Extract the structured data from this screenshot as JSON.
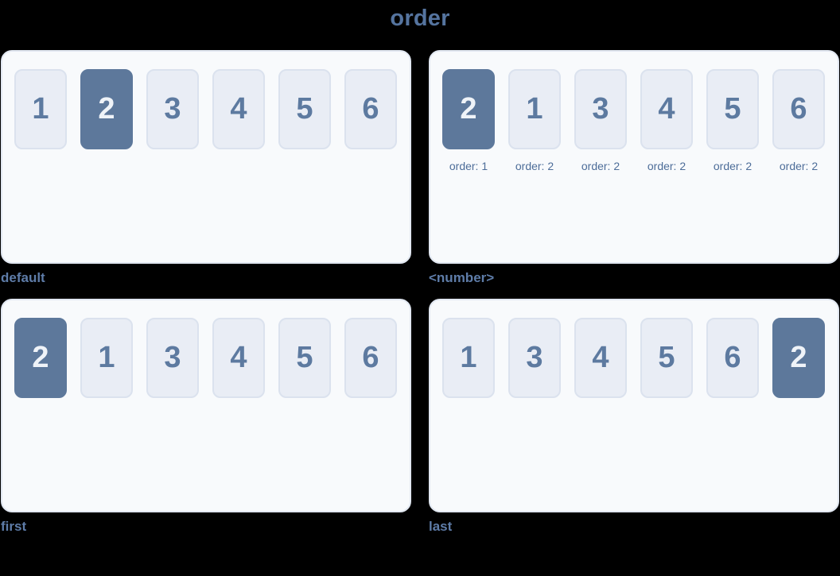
{
  "page": {
    "title": "order"
  },
  "colors": {
    "page_bg": "#000000",
    "title": "#55749f",
    "panel_bg": "#f8fafc",
    "panel_border": "#e1e7f1",
    "box_bg": "#e9edf5",
    "box_border": "#dbe2ee",
    "box_text": "#5d7aa0",
    "box_highlight_bg": "#5d789b",
    "box_highlight_text": "#eff3f8",
    "caption": "#5e7ca8",
    "order_label": "#4d6d99"
  },
  "panels": [
    {
      "caption": "default",
      "items": [
        {
          "n": "1"
        },
        {
          "n": "2",
          "variant": "highlight"
        },
        {
          "n": "3"
        },
        {
          "n": "4"
        },
        {
          "n": "5"
        },
        {
          "n": "6"
        }
      ]
    },
    {
      "caption": "<number>",
      "items": [
        {
          "n": "2",
          "variant": "highlight",
          "label": "order: 1"
        },
        {
          "n": "1",
          "label": "order: 2"
        },
        {
          "n": "3",
          "label": "order: 2"
        },
        {
          "n": "4",
          "label": "order: 2"
        },
        {
          "n": "5",
          "label": "order: 2"
        },
        {
          "n": "6",
          "label": "order: 2"
        }
      ]
    },
    {
      "caption": "first",
      "items": [
        {
          "n": "2",
          "variant": "highlight"
        },
        {
          "n": "1"
        },
        {
          "n": "3"
        },
        {
          "n": "4"
        },
        {
          "n": "5"
        },
        {
          "n": "6"
        }
      ]
    },
    {
      "caption": "last",
      "items": [
        {
          "n": "1"
        },
        {
          "n": "3"
        },
        {
          "n": "4"
        },
        {
          "n": "5"
        },
        {
          "n": "6"
        },
        {
          "n": "2",
          "variant": "highlight"
        }
      ]
    }
  ]
}
